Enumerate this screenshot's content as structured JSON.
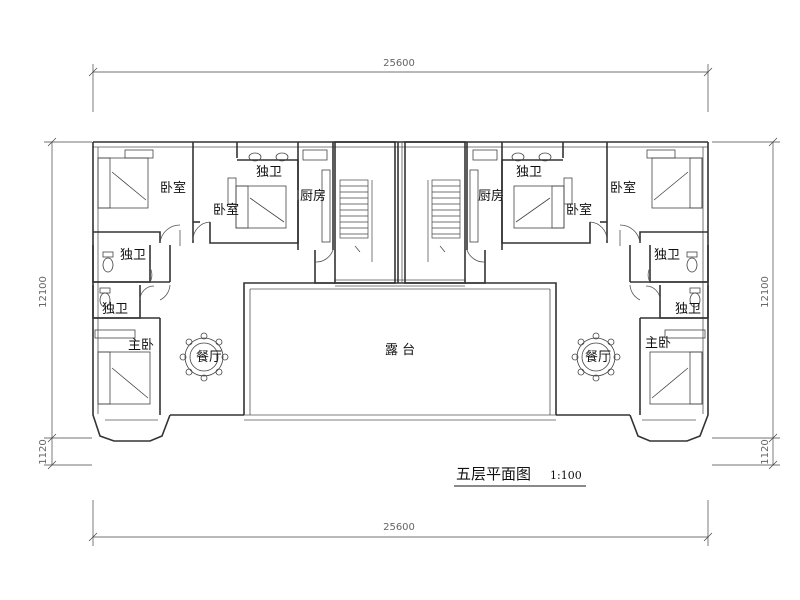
{
  "drawing": {
    "title": "五层平面图",
    "scale": "1:100"
  },
  "dimensions": {
    "top_width": "25600",
    "bottom_width": "25600",
    "left_depth": "12100",
    "left_projection": "1120",
    "right_depth": "12100",
    "right_projection": "1120"
  },
  "rooms": {
    "left_bedroom_a": "卧室",
    "left_bedroom_b": "卧室",
    "left_bath_upper": "独卫",
    "left_kitchen": "厨房",
    "left_bath_mid": "独卫",
    "left_bath_lower": "独卫",
    "left_master": "主卧",
    "left_dining": "餐厅",
    "terrace": "露 台",
    "right_bath_upper": "独卫",
    "right_kitchen": "厨房",
    "right_bedroom_b": "卧室",
    "right_bedroom_a": "卧室",
    "right_bath_mid": "独卫",
    "right_bath_lower": "独卫",
    "right_master": "主卧",
    "right_dining": "餐厅"
  }
}
